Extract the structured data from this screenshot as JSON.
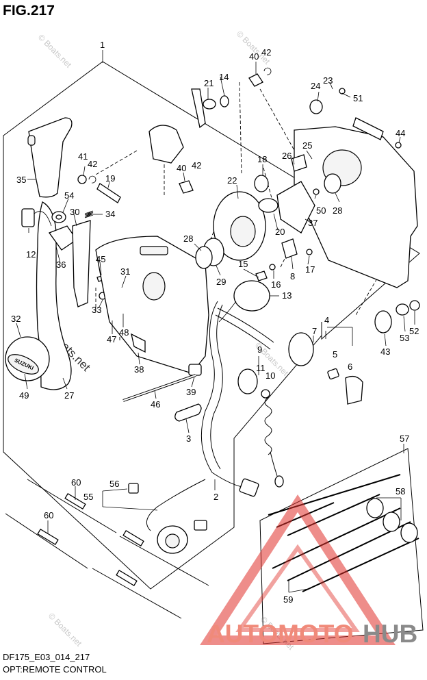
{
  "figure": {
    "title": "FIG.217",
    "model_code": "DF175_E03_014_217",
    "caption": "OPT:REMOTE CONTROL"
  },
  "watermarks": [
    "© Boats.net",
    "© Boats.net",
    "© Boats.net",
    "© Boats.net",
    "© Boats.net",
    "© Boats.net"
  ],
  "brand_logo": {
    "text_left": "AUTOMOTO",
    "text_right": "HUB",
    "color_left": "#f08a7a",
    "color_right": "#8a8a8a",
    "triangle_color": "#e0302a"
  },
  "housing_badge": "SUZUKI",
  "callouts": [
    "1",
    "2",
    "3",
    "4",
    "5",
    "6",
    "7",
    "8",
    "9",
    "10",
    "11",
    "12",
    "13",
    "14",
    "15",
    "16",
    "17",
    "18",
    "19",
    "20",
    "21",
    "22",
    "23",
    "24",
    "25",
    "26",
    "27",
    "28",
    "28",
    "29",
    "30",
    "31",
    "32",
    "33",
    "34",
    "35",
    "36",
    "37",
    "38",
    "39",
    "40",
    "40",
    "41",
    "41",
    "42",
    "42",
    "42",
    "43",
    "44",
    "45",
    "46",
    "47",
    "48",
    "49",
    "50",
    "51",
    "52",
    "53",
    "54",
    "55",
    "56",
    "57",
    "58",
    "59",
    "60",
    "60"
  ]
}
